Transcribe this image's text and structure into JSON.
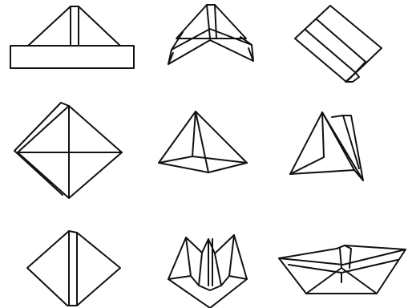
{
  "diagram": {
    "description_items": [
      "step-1-hat",
      "step-2-folded-hat",
      "step-3-tilted-square",
      "step-4-diamond",
      "step-5-triangle-base",
      "step-6-narrow-triangle",
      "step-7-narrow-diamond",
      "step-8-crown-shape",
      "step-9-paper-boat"
    ],
    "stroke_color": "#111111",
    "background_color": "#ffffff"
  }
}
